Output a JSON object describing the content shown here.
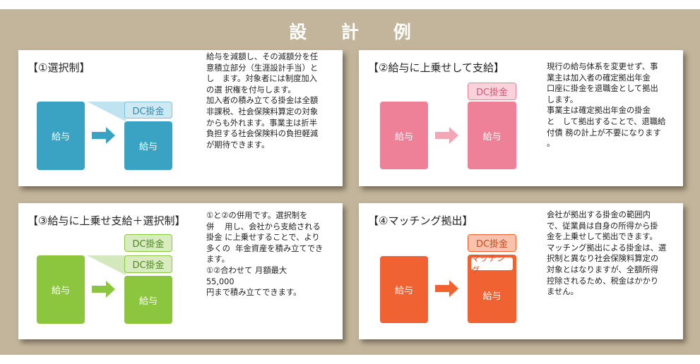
{
  "page": {
    "title": "設 計 例"
  },
  "cards": [
    {
      "title": "【①選択制】",
      "desc": "給与を減額し、その減額分を任\n意積立部分（生涯設計手当）と\nし　ます。対象者には制度加入\nの選 択権を付与します。\n加入者の積み立てる掛金は全額\n非課税、社会保険料算定の対象\nからも外れます。事業主は折半\n負担する社会保険料の負担軽減\nが期待できます。",
      "salary_left": "給与",
      "salary_right": "給与",
      "dc_label": "DC掛金",
      "color": "#3aa3c4",
      "tag_bg": "#cfe9f2",
      "tag_border": "#7cc3da",
      "tag_text": "#2c8db0",
      "wedge": "#bfe3f0"
    },
    {
      "title": "【②給与に上乗せして支給】",
      "desc": "現行の給与体系を変更せず、事\n業主は加入者の確定拠出年金\n口座に掛金を退職金として拠出\nします。\n事業主は確定拠出年金の掛金\nと　して拠出することで、退職給\n付債 務の計上が不要になります\n。",
      "salary_left": "給与",
      "salary_right": "給与",
      "dc_label": "DC掛金",
      "color": "#ee8198",
      "tag_bg": "#f9d2dc",
      "tag_border": "#ee8198",
      "tag_text": "#d85876",
      "arrow_color": "#f3a6b6"
    },
    {
      "title": "【③給与に上乗せ支給＋選択制】",
      "desc": "①と②の併用です。選択制を\n併　 用し、会社から支給される\n掛金 に上乗せすることで、より\n多くの  年金資産を積み立てでき\nます。\n①②合わせて 月額最大\n55,000\n円まで積み立てできます。",
      "salary_left": "給与",
      "salary_right": "給与",
      "dc_label_top": "DC掛金",
      "dc_label": "DC掛金",
      "color": "#8cc63f",
      "tag_bg": "#d8ecc0",
      "tag_border": "#8cc63f",
      "tag_text": "#4e8a1e",
      "wedge": "#d3e8bd"
    },
    {
      "title": "【④マッチング拠出】",
      "desc": "会社が拠出する掛金の範囲内\nで、従業員は自身の所得から掛\n金を上乗せして拠出できます。\nマッチング拠出による掛金は、選\n択制と異なり社会保険料算定の\n対象とはなりますが、全額所得\n控除されるため、税金はかかり\nません。",
      "salary_left": "給与",
      "salary_right": "給与",
      "dc_label": "DC掛金",
      "matching_label": "マッチング",
      "color": "#f06232",
      "tag_bg": "#f7c3ad",
      "tag_border": "#f06232",
      "tag_text": "#d04a1c"
    }
  ]
}
